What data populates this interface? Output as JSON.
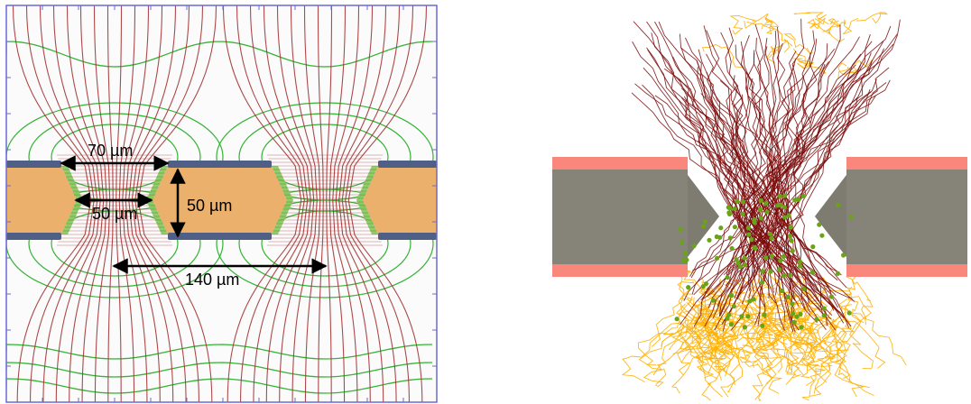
{
  "left_panel": {
    "dimensions": {
      "top_width": "70 µm",
      "inner_width": "50 µm",
      "thickness": "50 µm",
      "pitch": "140 µm"
    }
  },
  "colors": {
    "frame": "#6a6ad8",
    "field_line": "#a33535",
    "equipotential": "#34b334",
    "electrode": "#4f5f86",
    "insulator": "#eab06c",
    "etch_edge": "#7ccc59",
    "arrow": "#000000",
    "right_electrode": "#f9877b",
    "right_insulator": "#868479",
    "electron_track": "#7a0b0b",
    "ion_track": "#ffb000",
    "ionization_point": "#6aa318"
  }
}
